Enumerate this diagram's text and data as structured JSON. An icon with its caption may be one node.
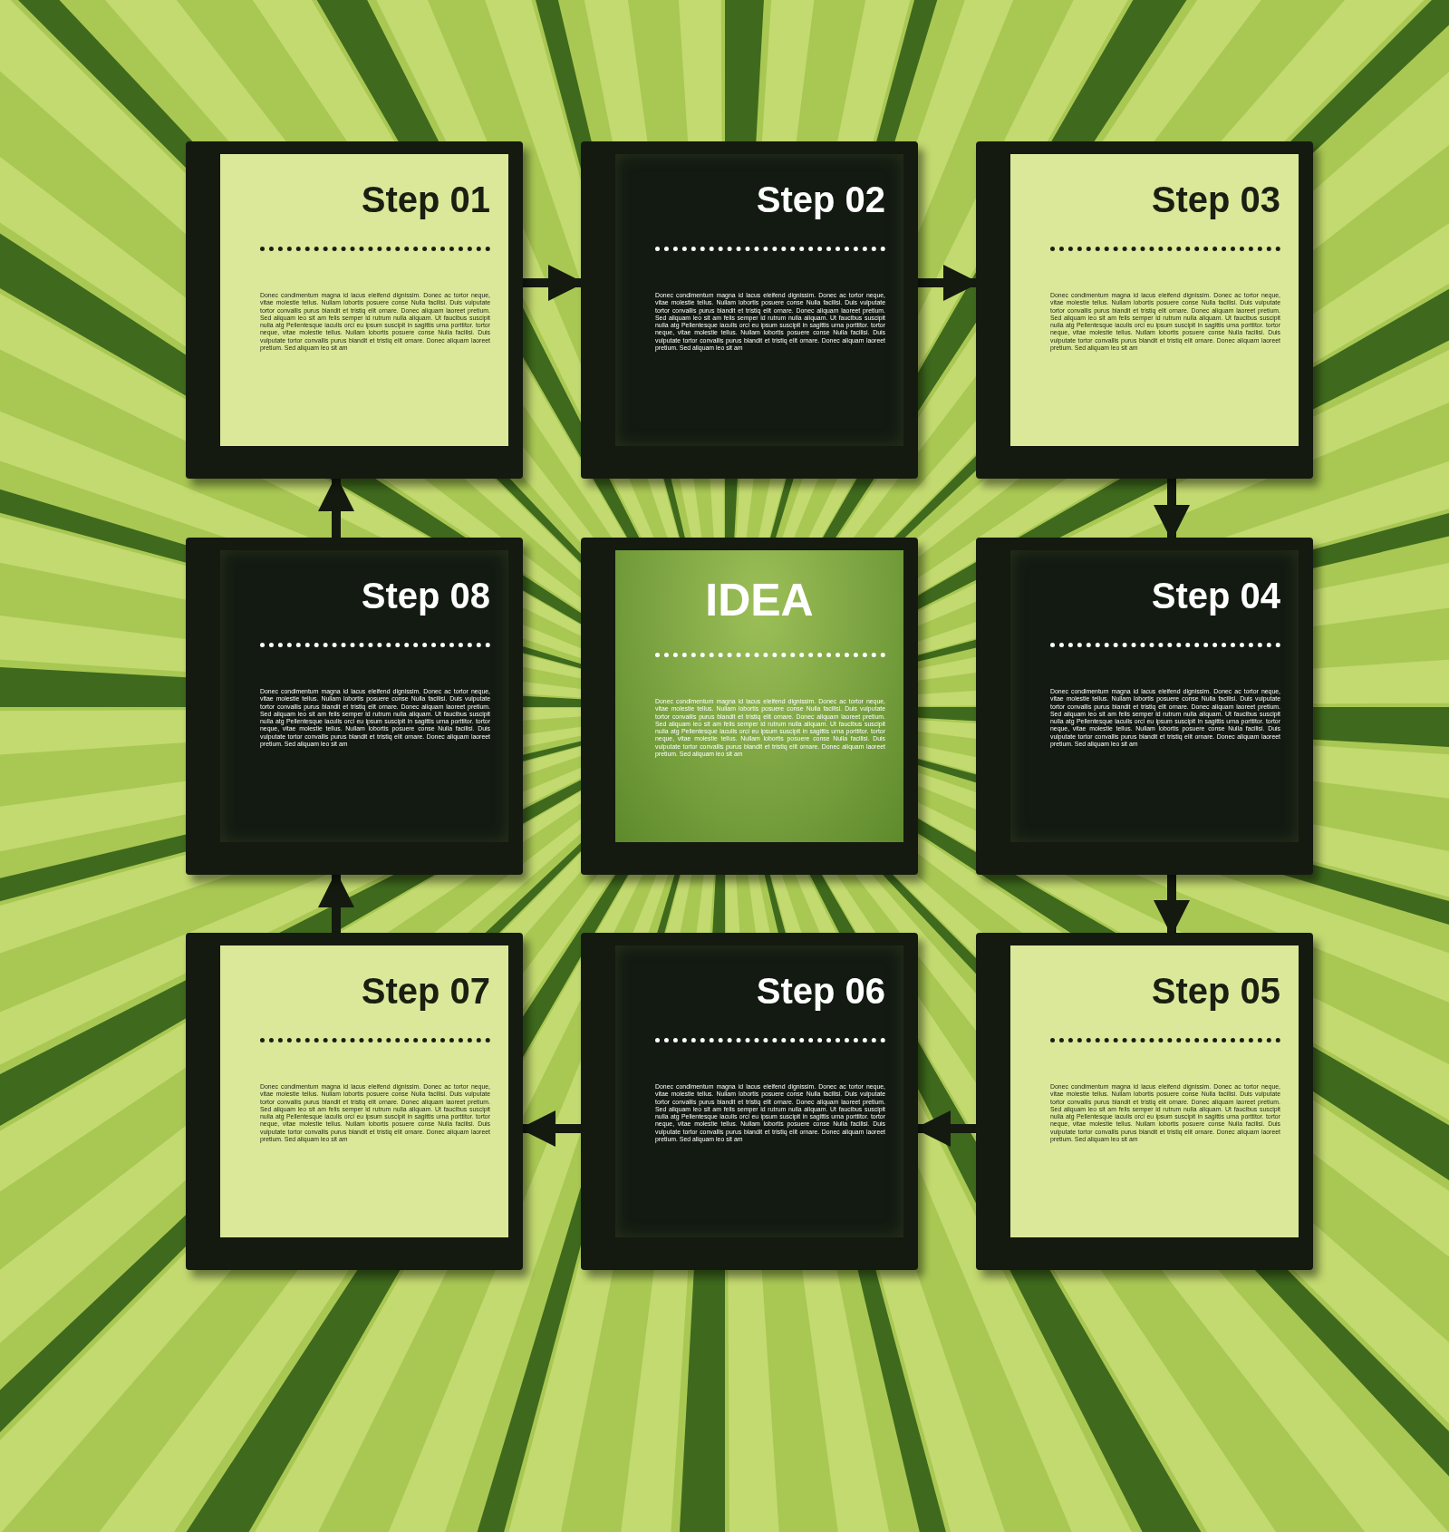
{
  "diagram": {
    "nodes": [
      {
        "text": [
          "Step 01",
          "Donec condimentum magna id lacus eleifend dignissim. Donec ac tortor neque, vitae molestie tellus. Nullam lobortis posuere conse Nulla facilisi. Duis vulputate tortor convallis purus blandit et tristiq elit ornare. Donec aliquam laoreet pretium. Sed aliquam leo sit am felis semper id rutrum nulla aliquam. Ut faucibus suscipit nulla atg Pellentesque iaculis orci eu ipsum suscipit in sagittis urna porttitor. tortor neque, vitae molestie tellus. Nullam lobortis posuere conse Nulla facilisi. Duis vulputate tortor convallis purus blandit et tristiq elit ornare. Donec aliquam laoreet pretium. Sed aliquam leo sit am"
        ]
      },
      {
        "text": [
          "Step 02",
          "Donec condimentum magna id lacus eleifend dignissim. Donec ac tortor neque, vitae molestie tellus. Nullam lobortis posuere conse Nulla facilisi. Duis vulputate tortor convallis purus blandit et tristiq elit ornare. Donec aliquam laoreet pretium. Sed aliquam leo sit am felis semper id rutrum nulla aliquam. Ut faucibus suscipit nulla atg Pellentesque iaculis orci eu ipsum suscipit in sagittis urna porttitor. tortor neque, vitae molestie tellus. Nullam lobortis posuere conse Nulla facilisi. Duis vulputate tortor convallis purus blandit et tristiq elit ornare. Donec aliquam laoreet pretium. Sed aliquam leo sit am"
        ]
      },
      {
        "text": [
          "Step 03",
          "Donec condimentum magna id lacus eleifend dignissim. Donec ac tortor neque, vitae molestie tellus. Nullam lobortis posuere conse Nulla facilisi. Duis vulputate tortor convallis purus blandit et tristiq elit ornare. Donec aliquam laoreet pretium. Sed aliquam leo sit am felis semper id rutrum nulla aliquam. Ut faucibus suscipit nulla atg Pellentesque iaculis orci eu ipsum suscipit in sagittis urna porttitor. tortor neque, vitae molestie tellus. Nullam lobortis posuere conse Nulla facilisi. Duis vulputate tortor convallis purus blandit et tristiq elit ornare. Donec aliquam laoreet pretium. Sed aliquam leo sit am"
        ]
      },
      {
        "text": [
          "Step 08",
          "Donec condimentum magna id lacus eleifend dignissim. Donec ac tortor neque, vitae molestie tellus. Nullam lobortis posuere conse Nulla facilisi. Duis vulputate tortor convallis purus blandit et tristiq elit ornare. Donec aliquam laoreet pretium. Sed aliquam leo sit am felis semper id rutrum nulla aliquam. Ut faucibus suscipit nulla atg Pellentesque iaculis orci eu ipsum suscipit in sagittis urna porttitor. tortor neque, vitae molestie tellus. Nullam lobortis posuere conse Nulla facilisi. Duis vulputate tortor convallis purus blandit et tristiq elit ornare. Donec aliquam laoreet pretium. Sed aliquam leo sit am"
        ]
      },
      {
        "text": [
          "IDEA",
          "Donec condimentum magna id lacus eleifend dignissim. Donec ac tortor neque, vitae molestie tellus. Nullam lobortis posuere conse Nulla facilisi. Duis vulputate tortor convallis purus blandit et tristiq elit ornare. Donec aliquam laoreet pretium. Sed aliquam leo sit am felis semper id rutrum nulla aliquam. Ut faucibus suscipit nulla atg Pellentesque iaculis orci eu ipsum suscipit in sagittis urna porttitor. tortor neque, vitae molestie tellus. Nullam lobortis posuere conse Nulla facilisi. Duis vulputate tortor convallis purus blandit et tristiq elit ornare. Donec aliquam laoreet pretium. Sed aliquam leo sit am"
        ]
      },
      {
        "text": [
          "Step 04",
          "Donec condimentum magna id lacus eleifend dignissim. Donec ac tortor neque, vitae molestie tellus. Nullam lobortis posuere conse Nulla facilisi. Duis vulputate tortor convallis purus blandit et tristiq elit ornare. Donec aliquam laoreet pretium. Sed aliquam leo sit am felis semper id rutrum nulla aliquam. Ut faucibus suscipit nulla atg Pellentesque iaculis orci eu ipsum suscipit in sagittis urna porttitor. tortor neque, vitae molestie tellus. Nullam lobortis posuere conse Nulla facilisi. Duis vulputate tortor convallis purus blandit et tristiq elit ornare. Donec aliquam laoreet pretium. Sed aliquam leo sit am"
        ]
      },
      {
        "text": [
          "Step 07",
          "Donec condimentum magna id lacus eleifend dignissim. Donec ac tortor neque, vitae molestie tellus. Nullam lobortis posuere conse Nulla facilisi. Duis vulputate tortor convallis purus blandit et tristiq elit ornare. Donec aliquam laoreet pretium. Sed aliquam leo sit am felis semper id rutrum nulla aliquam. Ut faucibus suscipit nulla atg Pellentesque iaculis orci eu ipsum suscipit in sagittis urna porttitor. tortor neque, vitae molestie tellus. Nullam lobortis posuere conse Nulla facilisi. Duis vulputate tortor convallis purus blandit et tristiq elit ornare. Donec aliquam laoreet pretium. Sed aliquam leo sit am"
        ]
      },
      {
        "text": [
          "Step 06",
          "Donec condimentum magna id lacus eleifend dignissim. Donec ac tortor neque, vitae molestie tellus. Nullam lobortis posuere conse Nulla facilisi. Duis vulputate tortor convallis purus blandit et tristiq elit ornare. Donec aliquam laoreet pretium. Sed aliquam leo sit am felis semper id rutrum nulla aliquam. Ut faucibus suscipit nulla atg Pellentesque iaculis orci eu ipsum suscipit in sagittis urna porttitor. tortor neque, vitae molestie tellus. Nullam lobortis posuere conse Nulla facilisi. Duis vulputate tortor convallis purus blandit et tristiq elit ornare. Donec aliquam laoreet pretium. Sed aliquam leo sit am"
        ]
      },
      {
        "text": [
          "Step 05",
          "Donec condimentum magna id lacus eleifend dignissim. Donec ac tortor neque, vitae molestie tellus. Nullam lobortis posuere conse Nulla facilisi. Duis vulputate tortor convallis purus blandit et tristiq elit ornare. Donec aliquam laoreet pretium. Sed aliquam leo sit am felis semper id rutrum nulla aliquam. Ut faucibus suscipit nulla atg Pellentesque iaculis orci eu ipsum suscipit in sagittis urna porttitor. tortor neque, vitae molestie tellus. Nullam lobortis posuere conse Nulla facilisi. Duis vulputate tortor convallis purus blandit et tristiq elit ornare. Donec aliquam laoreet pretium. Sed aliquam leo sit am"
        ]
      }
    ],
    "edges": [
      {
        "from": 0,
        "to": 1,
        "arrow": "to"
      },
      {
        "from": 1,
        "to": 2,
        "arrow": "to"
      },
      {
        "from": 2,
        "to": 5,
        "arrow": "to"
      },
      {
        "from": 5,
        "to": 8,
        "arrow": "to"
      },
      {
        "from": 8,
        "to": 7,
        "arrow": "to"
      },
      {
        "from": 7,
        "to": 6,
        "arrow": "to"
      },
      {
        "from": 6,
        "to": 3,
        "arrow": "to"
      },
      {
        "from": 3,
        "to": 0,
        "arrow": "to"
      }
    ]
  }
}
